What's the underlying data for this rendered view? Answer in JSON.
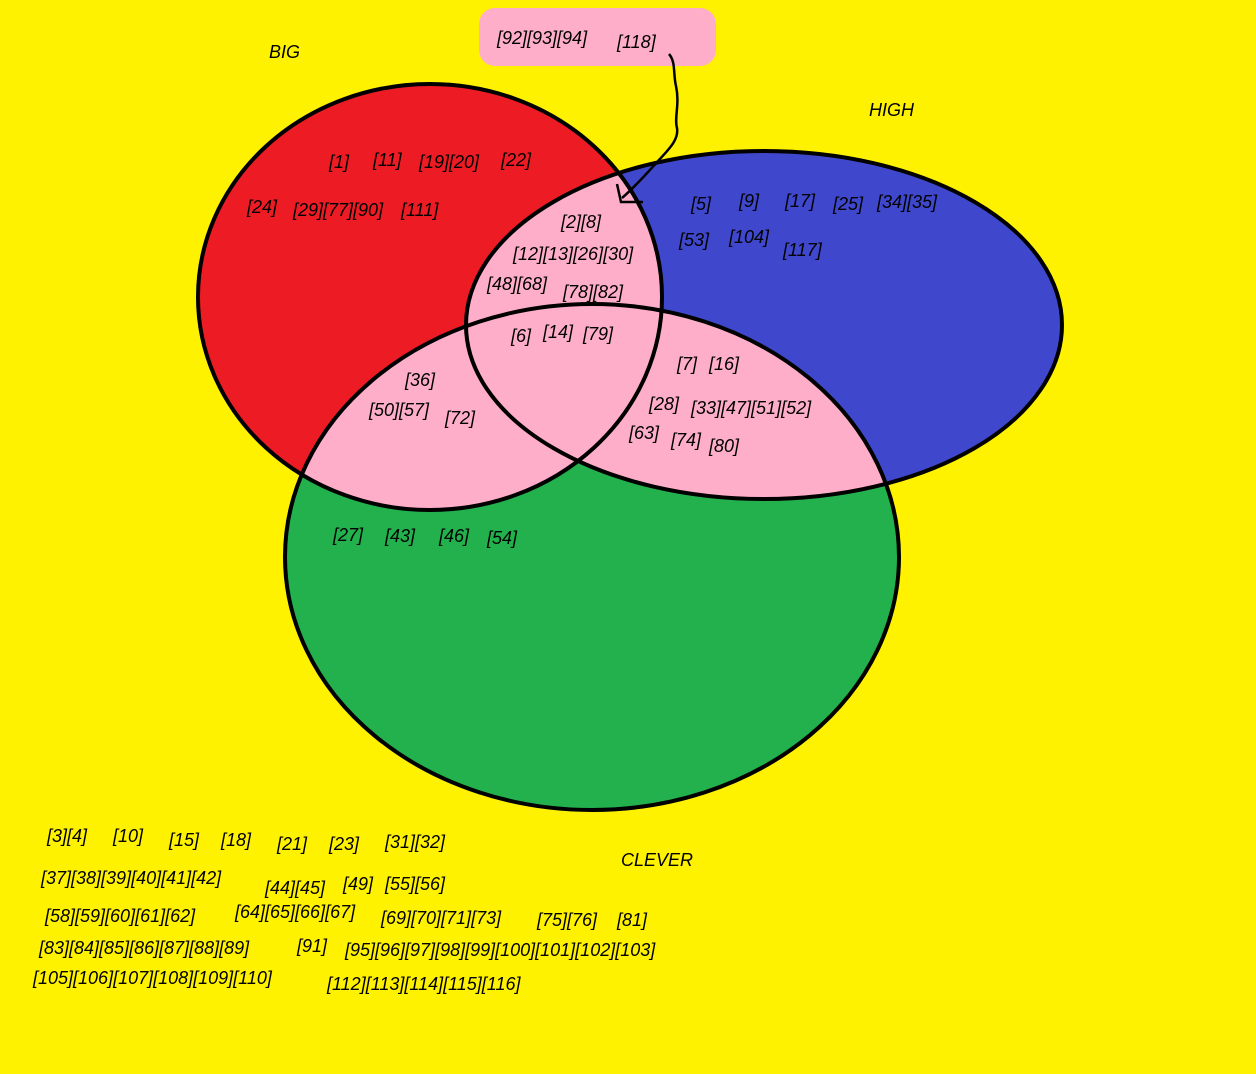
{
  "sets": {
    "big": {
      "title": "BIG",
      "color": "#ED1C24",
      "title_color": "#ED1C24"
    },
    "high": {
      "title": "HIGH",
      "color": "#3F48CC",
      "title_color": "#3F48CC"
    },
    "clever": {
      "title": "CLEVER",
      "color": "#22B14C",
      "title_color": "#22B14C"
    }
  },
  "colors": {
    "background": "#FFF200",
    "overlap": "#FFAEC9",
    "outline": "#000000"
  },
  "groups": {
    "big_only": [
      "[1]",
      "[11]",
      "[19][20]",
      "[22]",
      "[24]",
      "[29][77][90]",
      "[111]"
    ],
    "high_only": [
      "[5]",
      "[9]",
      "[17]",
      "[25]",
      "[34][35]",
      "[53]",
      "[104]",
      "[117]"
    ],
    "big_high": [
      "[2][8]",
      "[12][13][26][30]",
      "[48][68]",
      "[78][82]"
    ],
    "all_three": [
      "[6]",
      "[14]",
      "[79]"
    ],
    "big_clever": [
      "[36]",
      "[50][57]",
      "[72]"
    ],
    "high_clever": [
      "[7]",
      "[16]",
      "[28]",
      "[33][47][51][52]",
      "[63]",
      "[74]",
      "[80]"
    ],
    "clever_only": [
      "[27]",
      "[43]",
      "[46]",
      "[54]"
    ],
    "outside_callout": [
      "[92][93][94]",
      "[118]"
    ],
    "none": [
      "[3][4]",
      "[10]",
      "[15]",
      "[18]",
      "[21]",
      "[23]",
      "[31][32]",
      "[37][38][39][40][41][42]",
      "[44][45]",
      "[49]",
      "[55][56]",
      "[58][59][60][61][62]",
      "[64][65][66][67]",
      "[69][70][71][73]",
      "[75][76]",
      "[81]",
      "[83][84][85][86][87][88][89]",
      "[91]",
      "[95][96][97][98][99][100][101][102][103]",
      "[105][106][107][108][109][110]",
      "[112][113][114][115][116]"
    ]
  }
}
